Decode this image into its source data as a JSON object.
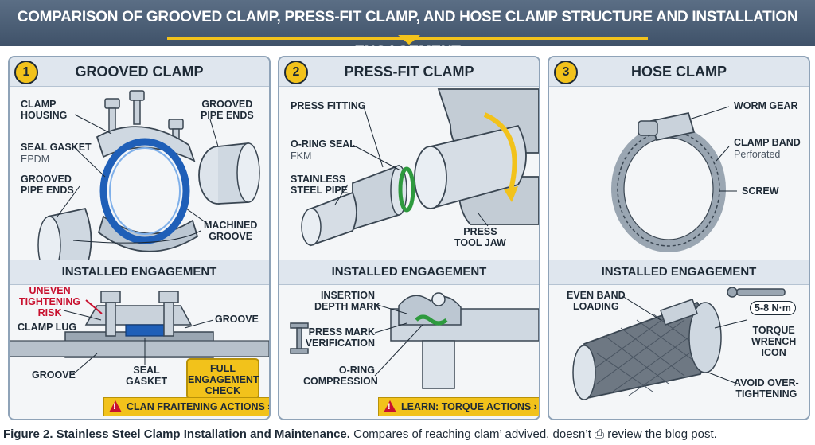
{
  "banner": {
    "title": "COMPARISON OF GROOVED CLAMP, PRESS-FIT CLAMP, AND HOSE CLAMP STRUCTURE AND INSTALLATION ENGAGEMENT"
  },
  "panels": [
    {
      "number": "1",
      "title": "GROOVED CLAMP",
      "labels": {
        "clamp_housing": [
          "CLAMP",
          "HOUSING"
        ],
        "grooved_pipe_ends_right": [
          "GROOVED",
          "PIPE ENDS"
        ],
        "seal_gasket": "SEAL GASKET",
        "seal_gasket_material": "EPDM",
        "grooved_pipe_ends_left": [
          "GROOVED",
          "PIPE ENDS"
        ],
        "machined_groove": [
          "MACHINED",
          "GROOVE"
        ]
      },
      "section_title": "INSTALLED ENGAGEMENT",
      "engagement": {
        "risk": [
          "UNEVEN",
          "TIGHTENING",
          "RISK"
        ],
        "clamp_lug": "CLAMP LUG",
        "groove_right": "GROOVE",
        "groove_left": "GROOVE",
        "seal_gasket": [
          "SEAL",
          "GASKET"
        ],
        "full_check": [
          "FULL",
          "ENGAGEMENT",
          "CHECK"
        ]
      },
      "action": "CLAN FRAITENING ACTIONS ›"
    },
    {
      "number": "2",
      "title": "PRESS-FIT CLAMP",
      "labels": {
        "press_fitting": "PRESS FITTING",
        "oring_seal": "O-RING SEAL",
        "oring_material": "FKM",
        "stainless_pipe": [
          "STAINLESS",
          "STEEL PIPE"
        ],
        "press_tool_jaw": [
          "PRESS",
          "TOOL JAW"
        ]
      },
      "section_title": "INSTALLED ENGAGEMENT",
      "engagement": {
        "insertion_mark": [
          "INSERTION",
          "DEPTH MARK"
        ],
        "press_mark": [
          "PRESS MARK",
          "VERIFICATION"
        ],
        "oring_compression": [
          "O-RING",
          "COMPRESSION"
        ]
      },
      "action": "LEARN: TORQUE ACTIONS ›"
    },
    {
      "number": "3",
      "title": "HOSE CLAMP",
      "labels": {
        "worm_gear": "WORM GEAR",
        "clamp_band": "CLAMP BAND",
        "clamp_band_sub": "Perforated",
        "screw": "SCREW"
      },
      "section_title": "INSTALLED ENGAGEMENT",
      "engagement": {
        "even_band": [
          "EVEN BAND",
          "LOADING"
        ],
        "torque_value": "5-8 N·m",
        "torque_wrench": [
          "TORQUE",
          "WRENCH",
          "ICON"
        ],
        "avoid_over": [
          "AVOID OVER-",
          "TIGHTENING"
        ]
      }
    }
  ],
  "caption": {
    "bold": "Figure 2. Stainless Steel Clamp Installation and Maintenance.",
    "text": " Compares of reaching clam’ advived, doesn’t ⎙ review the blog post."
  },
  "colors": {
    "banner": "#4a5d74",
    "accent": "#f2c21b",
    "panel_border": "#8fa3b8",
    "risk": "#c8102e",
    "gasket_blue": "#1f5fb8",
    "oring_green": "#2e9a3e"
  }
}
